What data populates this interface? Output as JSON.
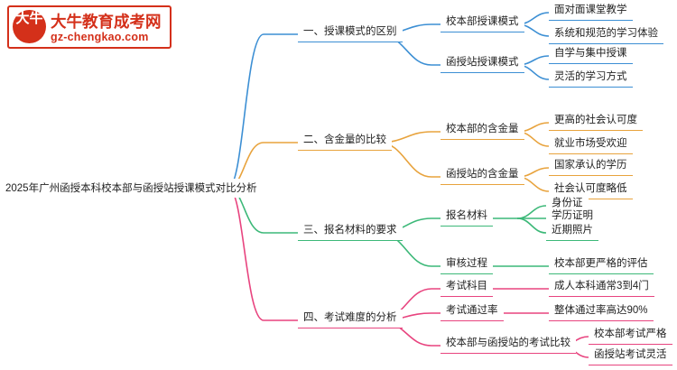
{
  "logo": {
    "mark_text": "大牛",
    "title": "大牛教育成考网",
    "subtitle": "gz-chengkao.com",
    "brand_color": "#d4301a"
  },
  "mindmap": {
    "root": "2025年广州函授本科校本部与函授站授课模式对比分析",
    "branches": [
      {
        "label": "一、授课模式的区别",
        "color": "#3c8fd4",
        "children": [
          {
            "label": "校本部授课模式",
            "leaves": [
              "面对面课堂教学",
              "系统和规范的学习体验"
            ]
          },
          {
            "label": "函授站授课模式",
            "leaves": [
              "自学与集中授课",
              "灵活的学习方式"
            ]
          }
        ]
      },
      {
        "label": "二、含金量的比较",
        "color": "#e8a33d",
        "children": [
          {
            "label": "校本部的含金量",
            "leaves": [
              "更高的社会认可度",
              "就业市场受欢迎"
            ]
          },
          {
            "label": "函授站的含金量",
            "leaves": [
              "国家承认的学历",
              "社会认可度略低"
            ]
          }
        ]
      },
      {
        "label": "三、报名材料的要求",
        "color": "#3cb878",
        "children": [
          {
            "label": "报名材料",
            "leaves": [
              "身份证",
              "学历证明",
              "近期照片"
            ]
          },
          {
            "label": "审核过程",
            "leaves": [
              "校本部更严格的评估"
            ]
          }
        ]
      },
      {
        "label": "四、考试难度的分析",
        "color": "#e8447f",
        "children": [
          {
            "label": "考试科目",
            "leaves": [
              "成人本科通常3到4门"
            ]
          },
          {
            "label": "考试通过率",
            "leaves": [
              "整体通过率高达90%"
            ]
          },
          {
            "label": "校本部与函授站的考试比较",
            "leaves": [
              "校本部考试严格",
              "函授站考试灵活"
            ]
          }
        ]
      }
    ]
  }
}
